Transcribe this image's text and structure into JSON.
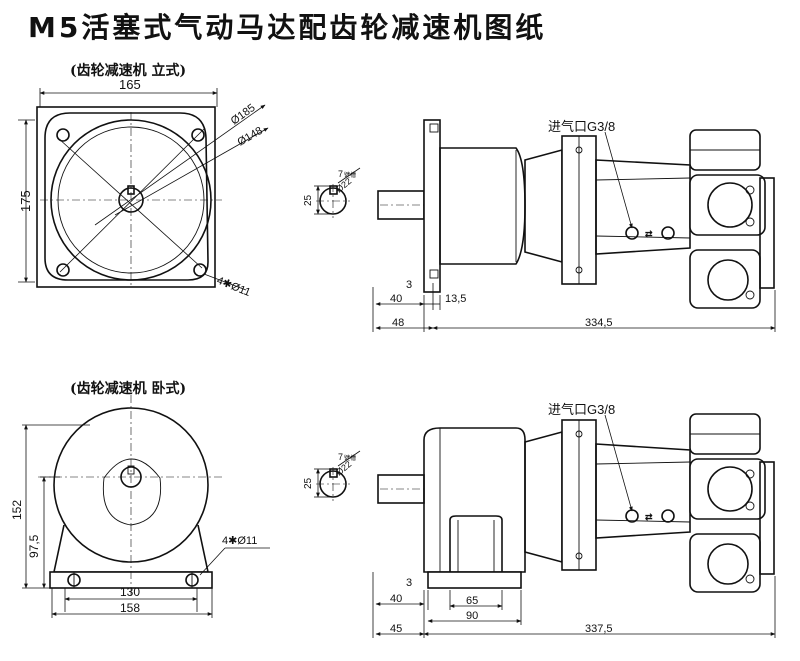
{
  "title": "M5活塞式气动马达配齿轮减速机图纸",
  "top": {
    "caption": "(齿轮减速机   立式)",
    "front": {
      "width": "165",
      "height": "175",
      "d_outer": "Ø185",
      "d_pcd": "Ø148",
      "holes": "4✱Ø11"
    },
    "shaft": {
      "key": "7",
      "key_note": "键槽",
      "dia": "Ø22",
      "height": "25"
    },
    "side": {
      "port": "进气口G3/8",
      "d3": "3",
      "d40": "40",
      "d13_5": "13,5",
      "d48": "48",
      "length": "334,5"
    }
  },
  "bottom": {
    "caption": "(齿轮减速机   卧式)",
    "front": {
      "height": "152",
      "center": "97,5",
      "holes": "4✱Ø11",
      "inner": "130",
      "outer": "158"
    },
    "shaft": {
      "key": "7",
      "key_note": "键槽",
      "dia": "Ø22",
      "height": "25"
    },
    "side": {
      "port": "进气口G3/8",
      "d3": "3",
      "d40": "40",
      "d65": "65",
      "d90": "90",
      "d45": "45",
      "length": "337,5"
    }
  }
}
